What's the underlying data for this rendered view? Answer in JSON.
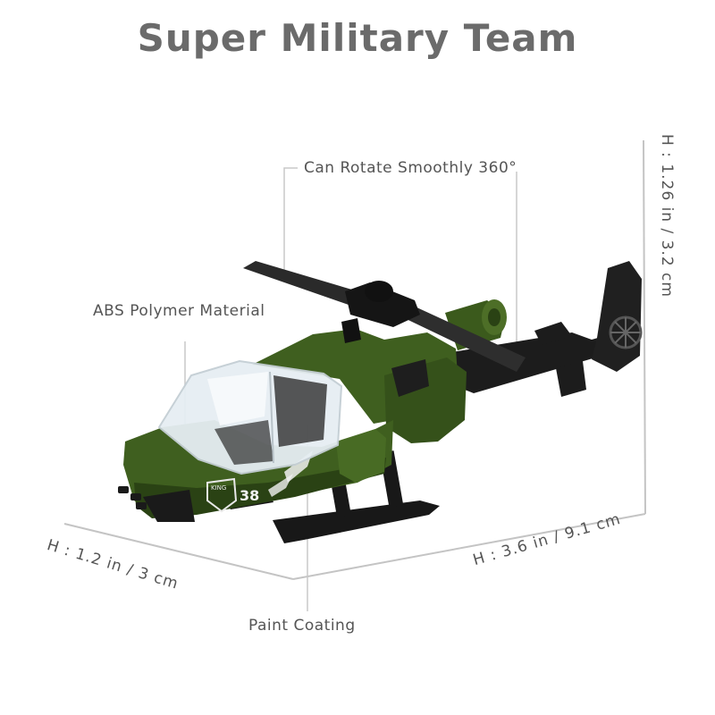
{
  "header": {
    "title": "Super Military Team"
  },
  "callouts": {
    "rotate": "Can Rotate Smoothly 360°",
    "material": "ABS Polymer Material",
    "paint": "Paint Coating"
  },
  "dimensions": {
    "height": "H : 1.26 in / 3.2 cm",
    "width": "H : 1.2 in / 3 cm",
    "length": "H : 3.6 in / 9.1 cm"
  },
  "decal": {
    "badge_text": "KING",
    "number": "38"
  },
  "colors": {
    "body_green": "#3f5f1f",
    "dark_green": "#2a4214",
    "black_parts": "#1c1c1c",
    "canopy": "#e6eef3",
    "guide_line": "#bdbdbd",
    "title_gray": "#6b6b6b"
  }
}
